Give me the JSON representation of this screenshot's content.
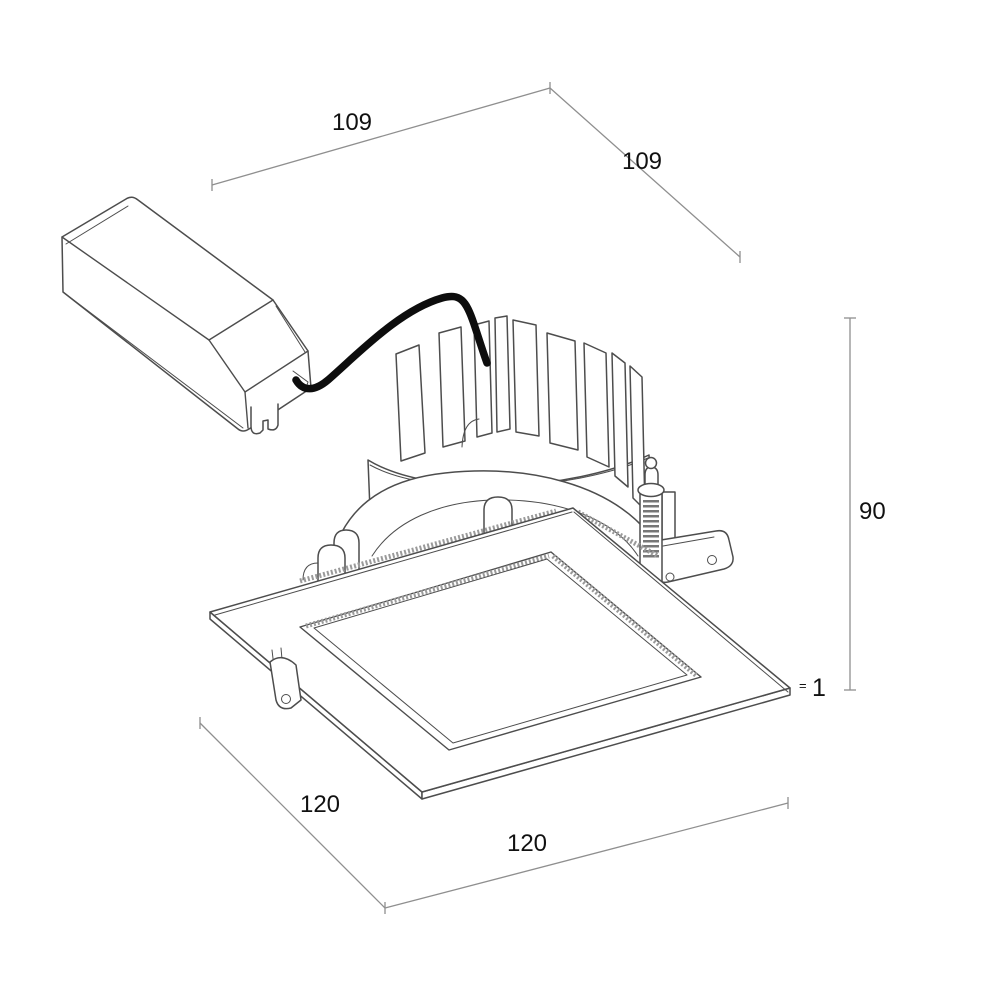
{
  "drawing": {
    "labels": {
      "dim_top_left": "109",
      "dim_top_right": "109",
      "dim_height": "90",
      "dim_thickness_prefix": "=",
      "dim_thickness_value": "1",
      "dim_bottom_left": "120",
      "dim_bottom_right": "120"
    },
    "colors": {
      "object_line": "#4d4d4d",
      "dimension_line": "#8f8f8f",
      "hatch": "#9a9a9a",
      "cable": "#0d0d0d",
      "label_text": "#111111",
      "background": "#ffffff"
    }
  }
}
